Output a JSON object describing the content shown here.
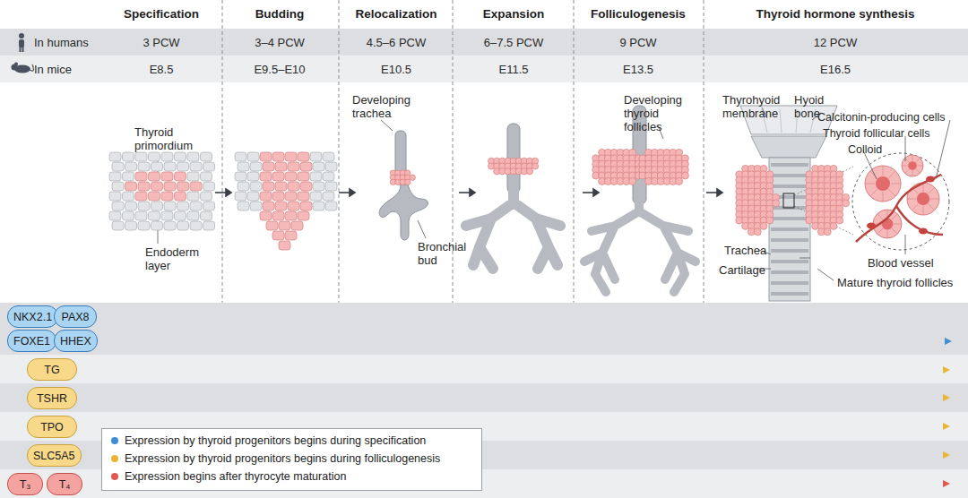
{
  "diagram": {
    "nodes": [
      {
        "text": [
          "NKX2.1"
        ]
      },
      {
        "text": [
          "PAX8"
        ]
      },
      {
        "text": [
          "FOXE1"
        ]
      },
      {
        "text": [
          "HHEX"
        ]
      },
      {
        "text": [
          "TG"
        ]
      },
      {
        "text": [
          "TSHR"
        ]
      },
      {
        "text": [
          "TPO"
        ]
      },
      {
        "text": [
          "SLC5A5"
        ]
      },
      {
        "text": [
          "T₃"
        ]
      },
      {
        "text": [
          "T₄"
        ]
      }
    ],
    "edges": [],
    "labels": [
      "Specification",
      "Budding",
      "Relocalization",
      "Expansion",
      "Folliculogenesis",
      "Thyroid hormone synthesis",
      "In humans",
      "3 PCW",
      "3–4 PCW",
      "4.5–6 PCW",
      "6–7.5 PCW",
      "9 PCW",
      "12 PCW",
      "In mice",
      "E8.5",
      "E9.5–E10",
      "E10.5",
      "E11.5",
      "E13.5",
      "E16.5",
      "Thyroid primordium",
      "Endoderm layer",
      "Developing trachea",
      "Bronchial bud",
      "Developing thyroid follicles",
      "Thyrohyoid membrane",
      "Hyoid bone",
      "Calcitonin-producing cells",
      "Thyroid follicular cells",
      "Colloid",
      "Trachea",
      "Blood vessel",
      "Cartilage",
      "Mature thyroid follicles"
    ],
    "legend": [
      {
        "text": "Expression by thyroid progenitors begins during specification",
        "color": "#3d8fd6"
      },
      {
        "text": "Expression by thyroid progenitors begins during folliculogenesis",
        "color": "#e9b634"
      },
      {
        "text": "Expression begins after thyrocyte maturation",
        "color": "#e0584f"
      }
    ]
  }
}
